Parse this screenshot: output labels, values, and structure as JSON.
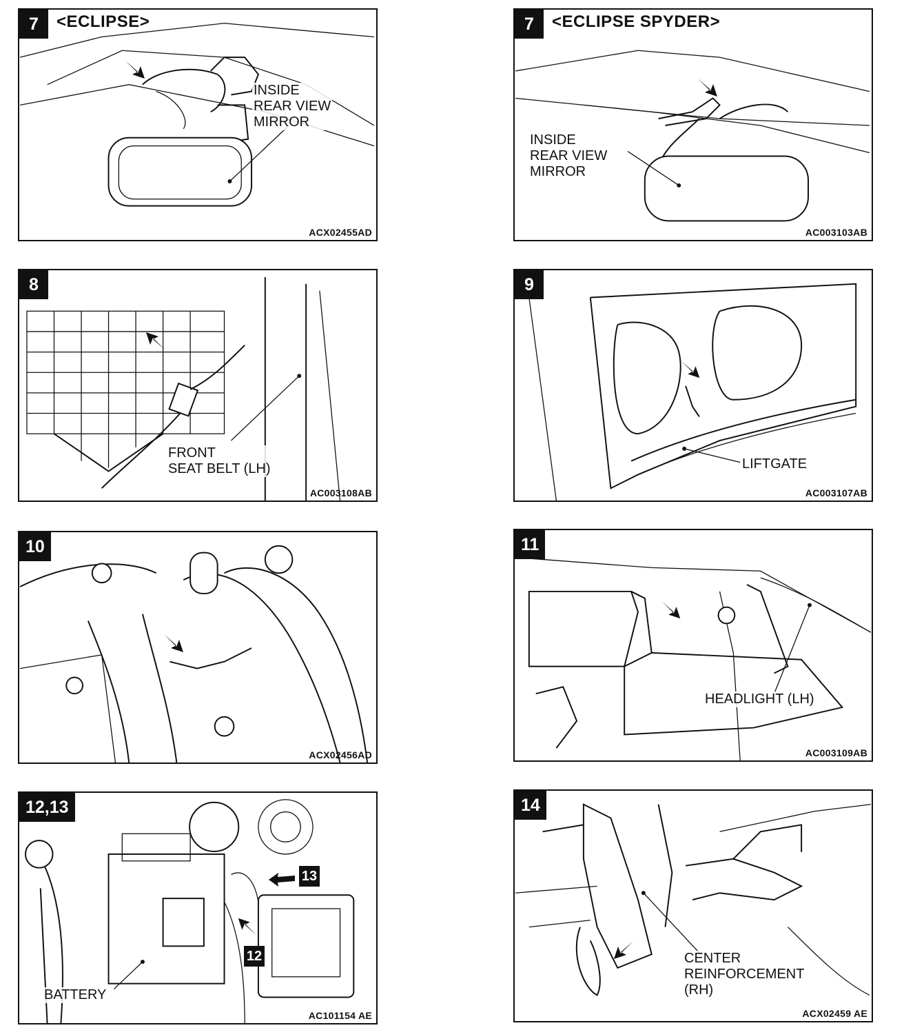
{
  "panels": [
    {
      "step": "7",
      "variant": "<ECLIPSE>",
      "labels": [
        "INSIDE\nREAR VIEW\nMIRROR"
      ],
      "code": "ACX02455AD"
    },
    {
      "step": "7",
      "variant": "<ECLIPSE SPYDER>",
      "labels": [
        "INSIDE\nREAR VIEW\nMIRROR"
      ],
      "code": "AC003103AB"
    },
    {
      "step": "8",
      "labels": [
        "FRONT\nSEAT BELT (LH)"
      ],
      "code": "AC003108AB"
    },
    {
      "step": "9",
      "labels": [
        "LIFTGATE"
      ],
      "code": "AC003107AB"
    },
    {
      "step": "10",
      "labels": [],
      "code": "ACX02456AD"
    },
    {
      "step": "11",
      "labels": [
        "HEADLIGHT (LH)"
      ],
      "code": "AC003109AB"
    },
    {
      "step": "12,13",
      "labels": [
        "BATTERY"
      ],
      "tags": [
        "13",
        "12"
      ],
      "code": "AC101154 AE"
    },
    {
      "step": "14",
      "labels": [
        "CENTER\nREINFORCEMENT\n(RH)"
      ],
      "code": "ACX02459 AE"
    }
  ],
  "icons": [
    "down-right-arrow-icon",
    "up-left-arrow-icon",
    "down-left-arrow-icon",
    "left-arrow-icon"
  ],
  "colors": {
    "ink": "#111111",
    "paper": "#ffffff"
  }
}
